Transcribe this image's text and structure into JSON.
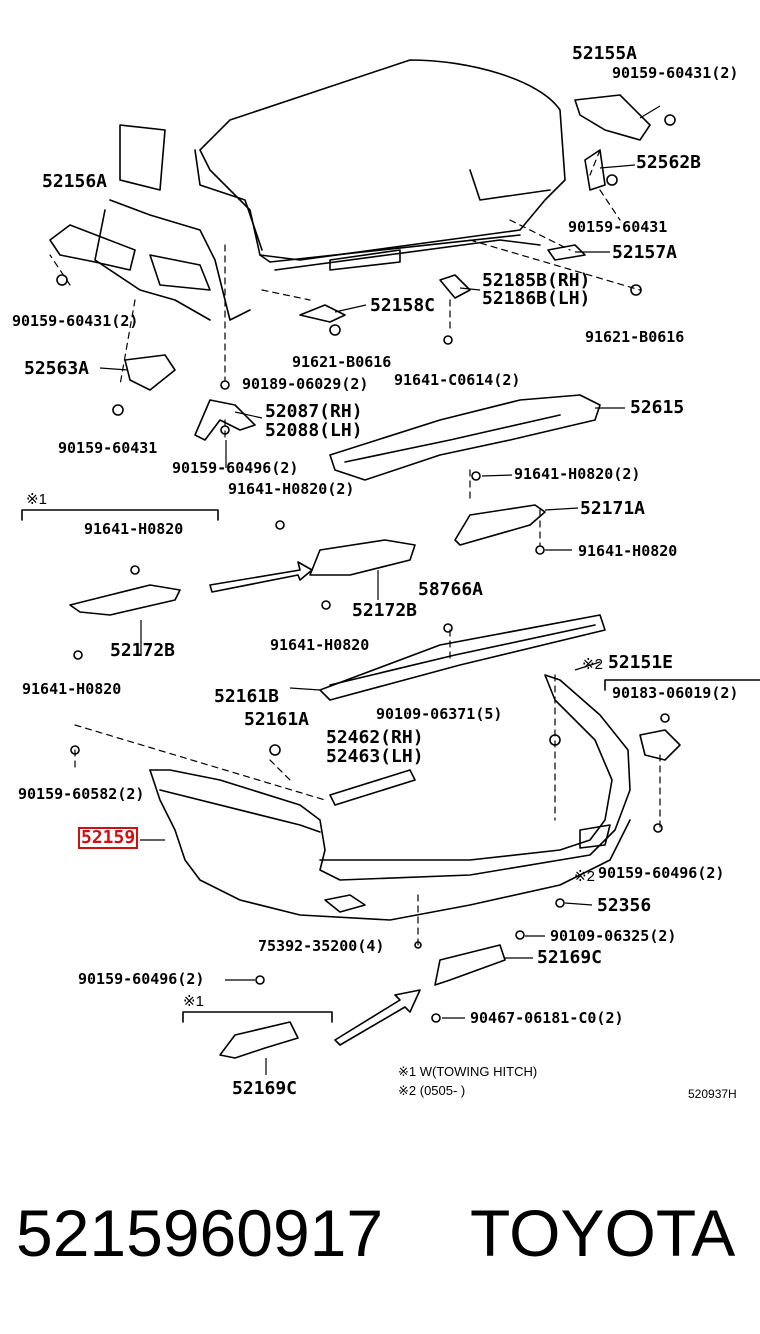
{
  "labels": {
    "p52155A": "52155A",
    "p90159_60431_2_top": "90159-60431(2)",
    "p52562B": "52562B",
    "p90159_60431_right": "90159-60431",
    "p52157A": "52157A",
    "p52156A": "52156A",
    "p52185B": "52185B(RH)",
    "p52186B": "52186B(LH)",
    "p52158C": "52158C",
    "p91621_B0616_right": "91621-B0616",
    "p90159_60431_2_left": "90159-60431(2)",
    "p91621_B0616_mid": "91621-B0616",
    "p91641_C0614_2": "91641-C0614(2)",
    "p52563A": "52563A",
    "p90189_06029_2": "90189-06029(2)",
    "p52615": "52615",
    "p52087": "52087(RH)",
    "p52088": "52088(LH)",
    "p90159_60431_left": "90159-60431",
    "p90159_60496_2_a": "90159-60496(2)",
    "p91641_H0820_2_right": "91641-H0820(2)",
    "p91641_H0820_2_mid": "91641-H0820(2)",
    "p52171A": "52171A",
    "p91641_H0820_left": "91641-H0820",
    "p91641_H0820_right": "91641-H0820",
    "p58766A": "58766A",
    "p52172B_mid": "52172B",
    "p52172B_left": "52172B",
    "p91641_H0820_mid": "91641-H0820",
    "p91641_H0820_lower": "91641-H0820",
    "p52151E": "52151E",
    "p90183_06019_2": "90183-06019(2)",
    "p52161B": "52161B",
    "p90109_06371_5": "90109-06371(5)",
    "p52161A": "52161A",
    "p52462": "52462(RH)",
    "p52463": "52463(LH)",
    "p90159_60582_2": "90159-60582(2)",
    "p52159": "52159",
    "p90159_60496_2_b": "90159-60496(2)",
    "p52356": "52356",
    "p75392_35200_4": "75392-35200(4)",
    "p90109_06325_2": "90109-06325(2)",
    "p52169C_right": "52169C",
    "p90159_60496_2_c": "90159-60496(2)",
    "p90467_06181_C0_2": "90467-06181-C0(2)",
    "p52169C_bottom": "52169C"
  },
  "marks": {
    "note1_left": "※1",
    "note1_bottom": "※1",
    "note2_52151E": "※2",
    "note2_60496": "※2"
  },
  "notes": {
    "line1": "※1 W(TOWING HITCH)",
    "line2": "※2 (0505-        )",
    "figure_code": "520937H"
  },
  "footer": {
    "part_number": "5215960917",
    "brand": "TOYOTA"
  },
  "colors": {
    "highlight": "#d01010",
    "ink": "#000000"
  }
}
